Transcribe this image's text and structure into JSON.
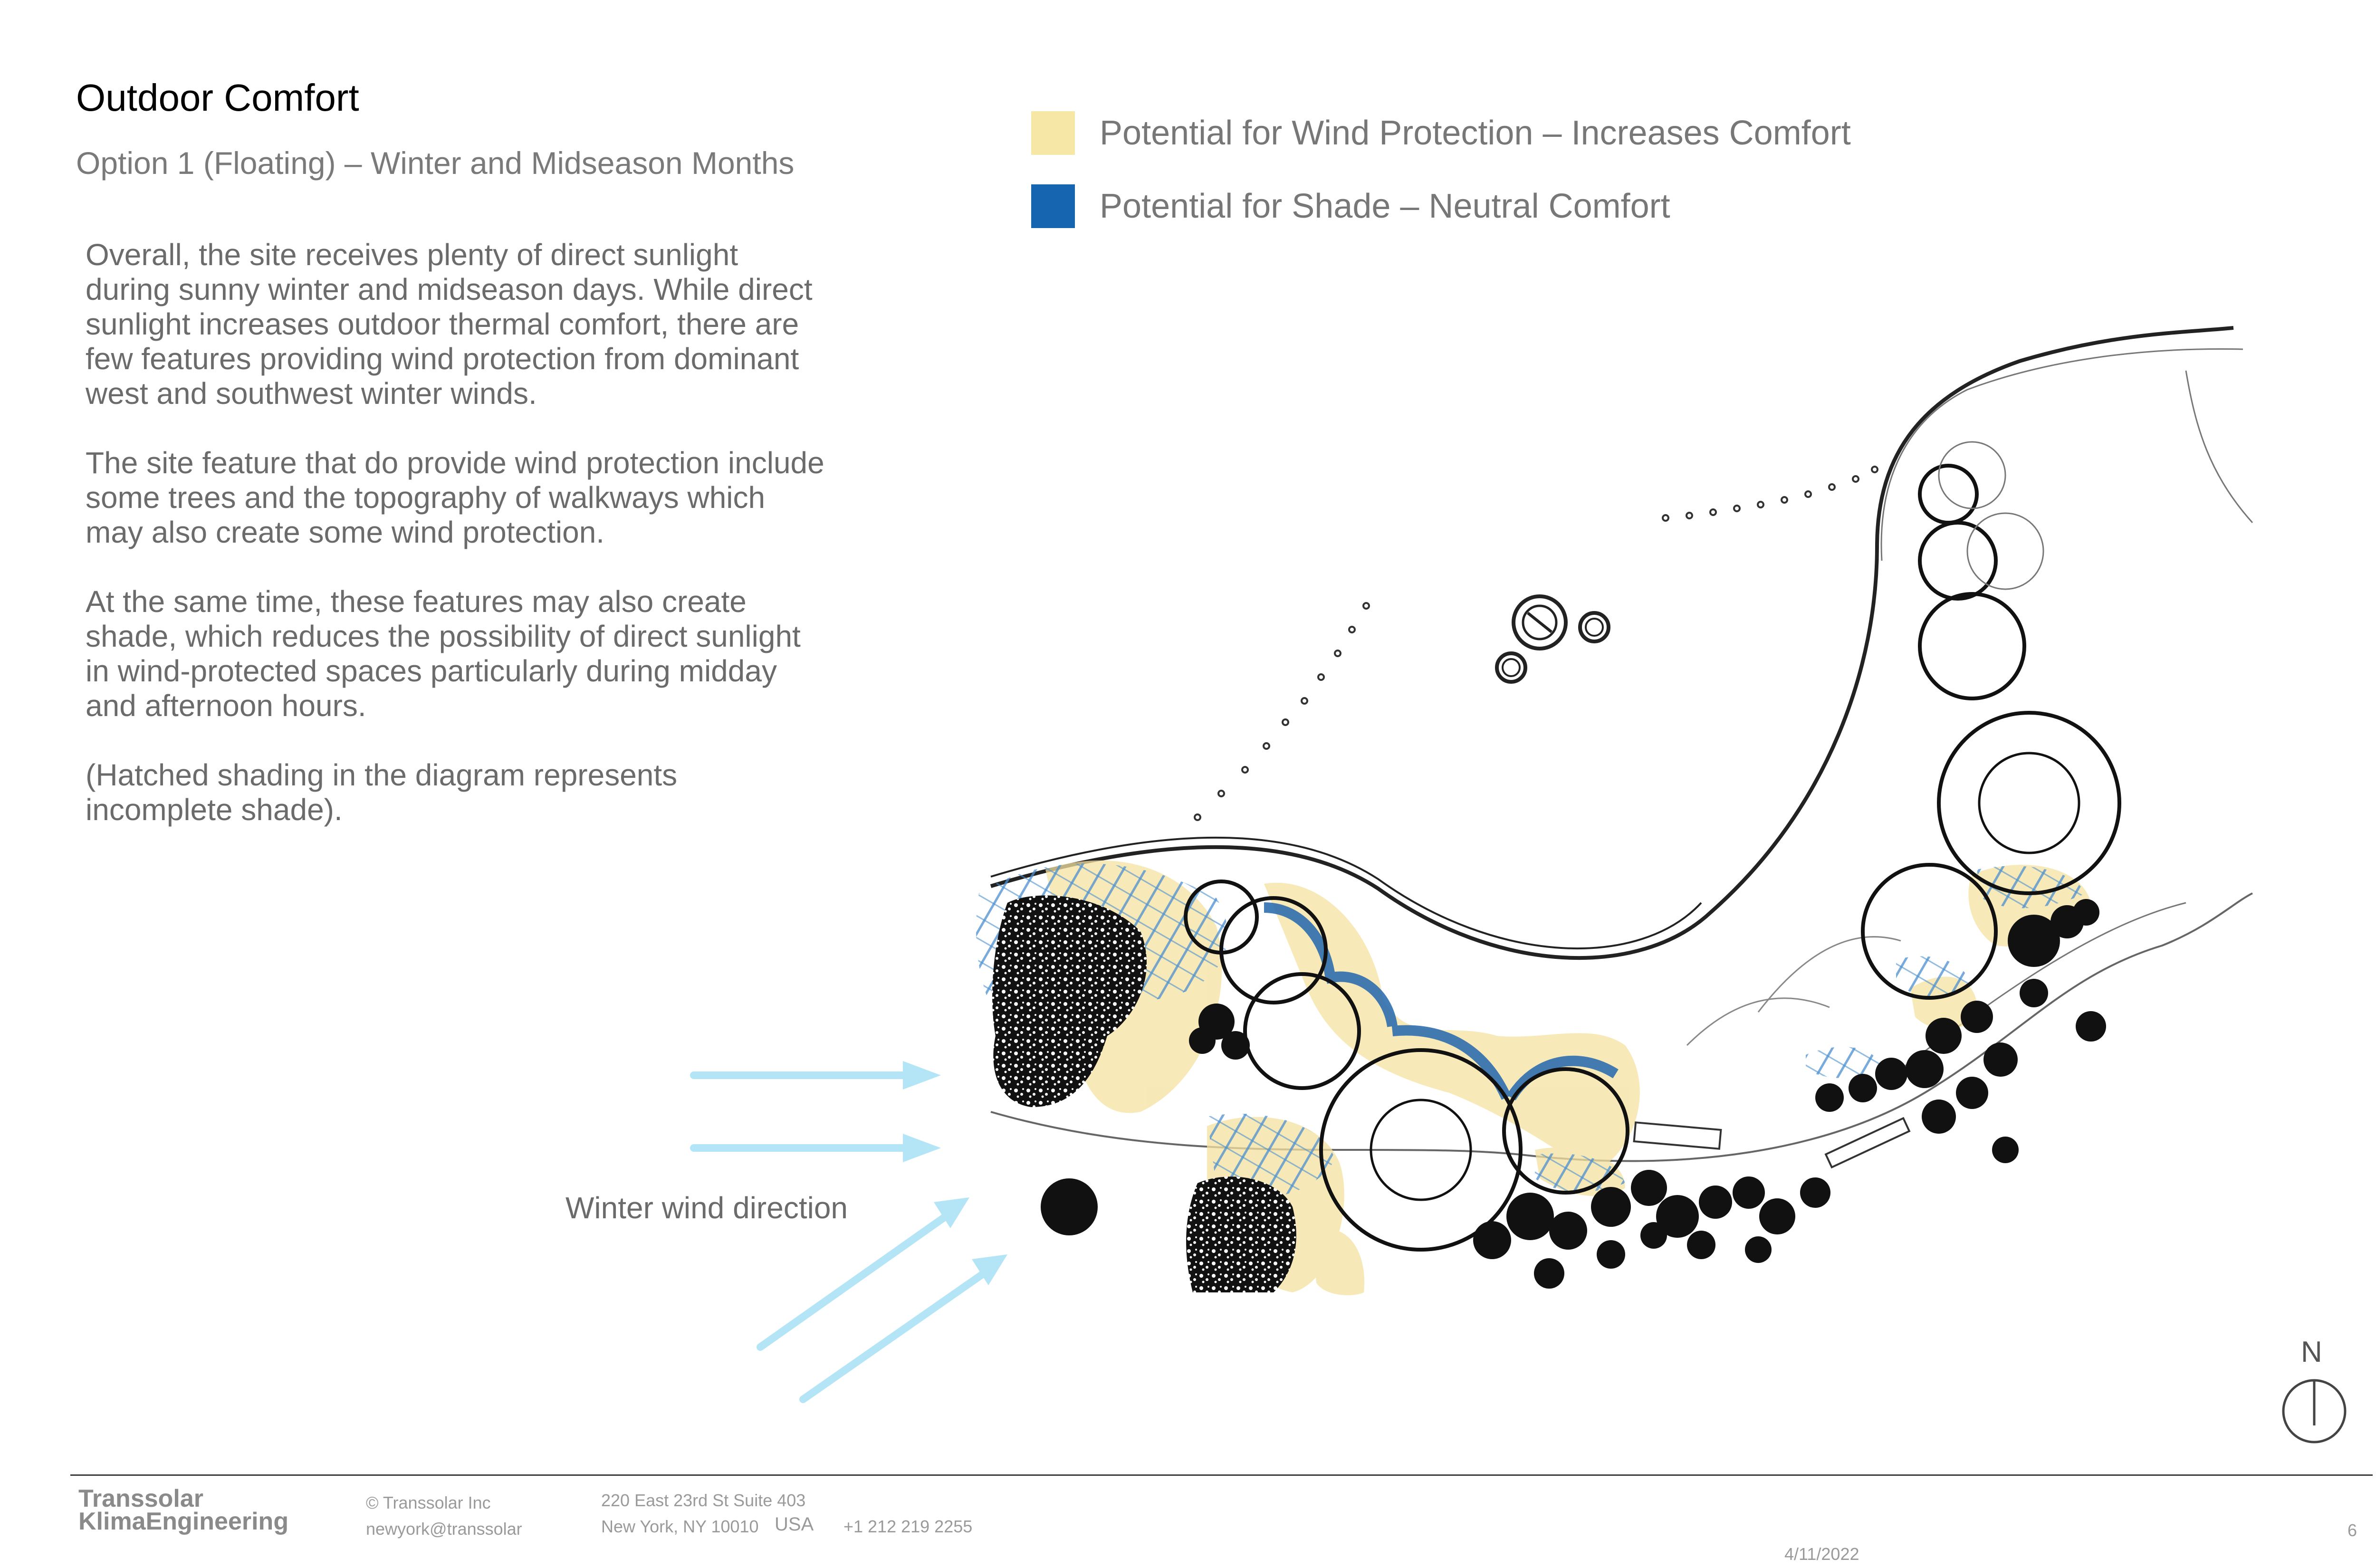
{
  "header": {
    "title": "Outdoor Comfort",
    "subtitle": "Option 1 (Floating) – Winter and Midseason Months"
  },
  "description": {
    "paragraphs": [
      "Overall, the site receives plenty of direct sunlight during sunny winter and midseason days. While direct sunlight increases outdoor thermal comfort, there are few features providing wind protection from dominant west and southwest winter winds.",
      "The site feature that do provide wind protection include some trees and the topography of walkways which may also create some wind protection.",
      "At the same time, these features may also create shade, which reduces the possibility of direct sunlight in wind-protected spaces particularly during midday and afternoon hours.",
      "(Hatched shading in the diagram represents incomplete shade)."
    ]
  },
  "legend": [
    {
      "label": "Potential for Wind Protection – Increases Comfort",
      "color": "#f7e7a6"
    },
    {
      "label": "Potential for Shade – Neutral Comfort",
      "color": "#1565b0"
    }
  ],
  "diagram": {
    "wind_label": "Winter wind direction",
    "wind_color": "#b3e5f7",
    "north_label": "N",
    "wind_protection_color": "#f5e2a0",
    "shade_color": "#2f6fb0"
  },
  "footer": {
    "company_line1": "Transsolar",
    "company_line2": "KlimaEngineering",
    "copyright": "© Transsolar Inc",
    "email": "newyork@transsolar",
    "address_line1": "220 East 23rd St  Suite 403",
    "address_line2": "New York, NY 10010",
    "country": "USA",
    "phone": "+1 212 219 2255",
    "date": "4/11/2022",
    "page_number": "6"
  }
}
